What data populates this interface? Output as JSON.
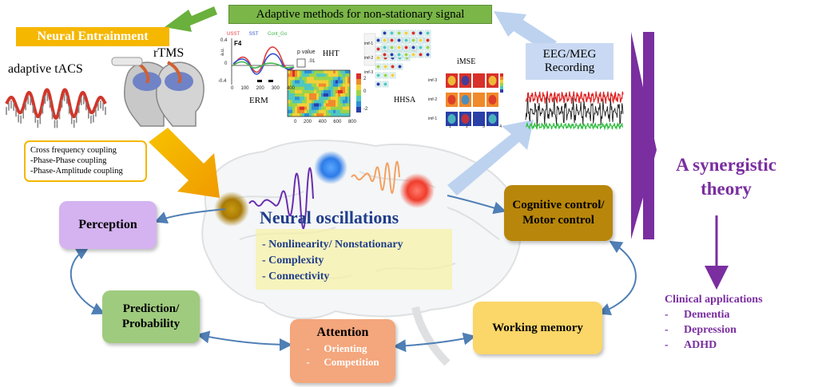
{
  "colors": {
    "purple": "#7a2ea0",
    "entrainment_orange": "#f5b700",
    "adaptive_green": "#7ab648",
    "eeg_blue": "#c9d9f3",
    "perception": "#d4b3f0",
    "prediction": "#9fcb7e",
    "attention": "#f4a67c",
    "working_memory": "#fbd668",
    "cognitive": "#b8860b",
    "highlight_yellow": "#f7f2a8"
  },
  "top": {
    "adaptive_methods": "Adaptive methods for non-stationary signal",
    "neural_entrainment": "Neural Entrainment",
    "adaptive_tacs": "adaptive tACS",
    "rtms": "rTMS",
    "eeg_meg": [
      "EEG/MEG",
      "Recording"
    ]
  },
  "plots": {
    "erm": {
      "label": "ERM",
      "panel": "F4",
      "legend": [
        "USST",
        "SST",
        "Cont_Go"
      ],
      "yticks": [
        "0.4",
        "0",
        "-0.4"
      ],
      "xticks": [
        "0",
        "100",
        "200",
        "300",
        "400"
      ],
      "ylabel": "a.u.",
      "pvalue_label": "p value",
      "pvalue": ".01"
    },
    "hht": {
      "label": "HHT",
      "xticks": [
        "0",
        "200",
        "400",
        "600",
        "800"
      ],
      "cbar": [
        "2",
        "0",
        "-2"
      ]
    },
    "hhsa": {
      "label": "HHSA",
      "rows": [
        "imf-1",
        "imf-2",
        "imf-3"
      ]
    },
    "imse": {
      "label": "iMSE",
      "rows": [
        "imf-3",
        "imf-2",
        "imf-1"
      ],
      "cols": [
        "1",
        "2",
        "3",
        "4"
      ]
    }
  },
  "coupling": {
    "title": "Cross frequency coupling",
    "items": [
      "-Phase-Phase coupling",
      "-Phase-Amplitude coupling"
    ]
  },
  "center": {
    "title": "Neural oscillations",
    "items": [
      "- Nonlinearity/ Nonstationary",
      "- Complexity",
      "- Connectivity"
    ]
  },
  "boxes": {
    "perception": "Perception",
    "prediction": [
      "Prediction/",
      "Probability"
    ],
    "attention": {
      "title": "Attention",
      "items": [
        "Orienting",
        "Competition"
      ]
    },
    "working_memory": "Working memory",
    "cognitive": [
      "Cognitive control/",
      "Motor control"
    ]
  },
  "right": {
    "synergistic": [
      "A synergistic",
      "theory"
    ],
    "clinical_title": "Clinical applications",
    "clinical_items": [
      "Dementia",
      "Depression",
      "ADHD"
    ]
  }
}
